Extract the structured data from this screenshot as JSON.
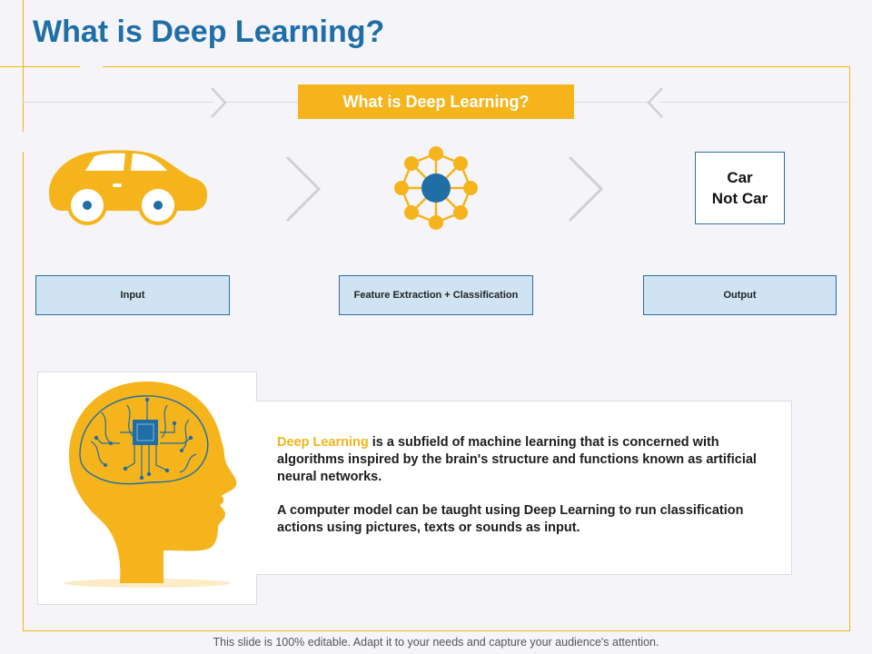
{
  "slide_title": "What is Deep Learning?",
  "banner_title": "What is Deep Learning?",
  "steps": {
    "input": "Input",
    "feature": "Feature Extraction + Classification",
    "output": "Output"
  },
  "output_box": {
    "line1": "Car",
    "line2": "Not Car"
  },
  "description": {
    "highlight": "Deep Learning",
    "rest": " is a subfield of machine learning that is concerned with algorithms inspired by the brain's structure and functions known as artificial neural networks.",
    "paragraph2": "A computer model can be taught using Deep Learning to run classification actions using pictures, texts or sounds as input."
  },
  "footer": "This slide is 100% editable. Adapt it to your needs and capture your audience's attention.",
  "icons": [
    "car-icon",
    "neural-network-icon",
    "brain-head-icon",
    "chevron-right-icon",
    "chevron-left-icon"
  ],
  "colors": {
    "accent": "#f5b41b",
    "blue": "#1f6ea6",
    "step_fill": "#cfe3f3"
  }
}
